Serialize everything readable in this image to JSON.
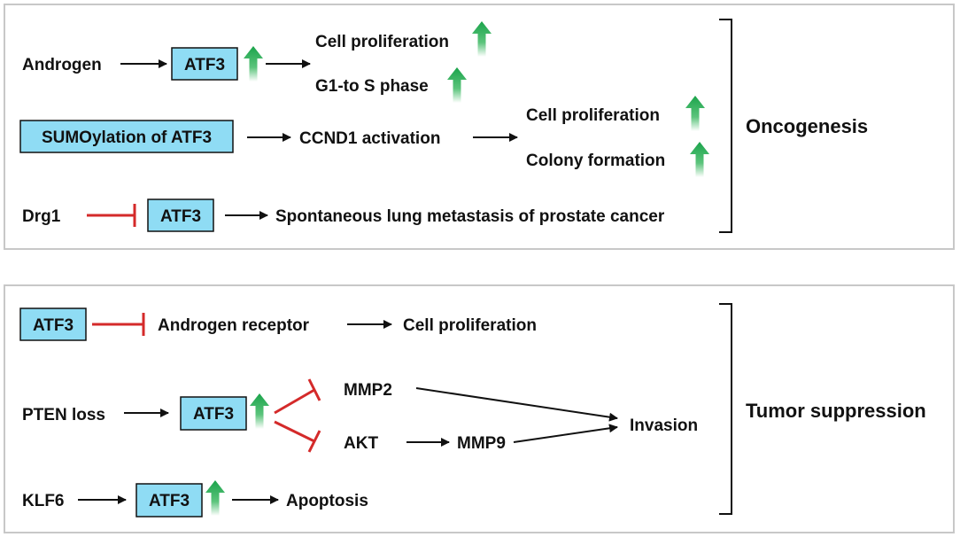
{
  "colors": {
    "box_fill": "#8fdcf4",
    "activate": "#111111",
    "inhibit": "#d42a2a",
    "up_arrow": "#1aa34a",
    "panel_border": "#c8c8c8"
  },
  "oncogenesis": {
    "label": "Oncogenesis",
    "row1": {
      "input": "Androgen",
      "node": "ATF3",
      "out_a": "Cell proliferation",
      "out_b": "G1-to S phase"
    },
    "row2": {
      "node": "SUMOylation of ATF3",
      "mid": "CCND1 activation",
      "out_a": "Cell proliferation",
      "out_b": "Colony formation"
    },
    "row3": {
      "input": "Drg1",
      "node": "ATF3",
      "out": "Spontaneous lung metastasis of prostate cancer"
    }
  },
  "suppression": {
    "label": "Tumor suppression",
    "row1": {
      "node": "ATF3",
      "mid": "Androgen receptor",
      "out": "Cell proliferation"
    },
    "row2": {
      "input": "PTEN loss",
      "node": "ATF3",
      "target_a": "MMP2",
      "target_b": "AKT",
      "mid": "MMP9",
      "out": "Invasion"
    },
    "row3": {
      "input": "KLF6",
      "node": "ATF3",
      "out": "Apoptosis"
    }
  }
}
